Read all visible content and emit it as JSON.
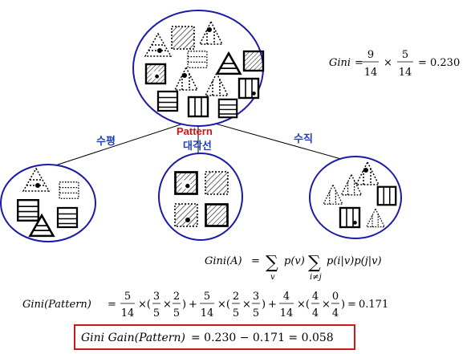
{
  "labels": {
    "left_branch": "수평",
    "center_top": "Pattern",
    "center_bottom": "대각선",
    "right_branch": "수직"
  },
  "formulas": {
    "gini_root": {
      "lhs": "Gini",
      "num1": "9",
      "den1": "14",
      "num2": "5",
      "den2": "14",
      "result": "0.230"
    },
    "gini_def": {
      "lhs": "Gini(A)",
      "sum1_sub": "v",
      "mid": "p(v)",
      "sum2_sub": "i≠j",
      "tail": "p(i|v)p(j|v)"
    },
    "gini_pattern": {
      "lhs": "Gini(Pattern)",
      "t1_n": "5",
      "t1_d": "14",
      "t1_a_n": "3",
      "t1_a_d": "5",
      "t1_b_n": "2",
      "t1_b_d": "5",
      "t2_n": "5",
      "t2_d": "14",
      "t2_a_n": "2",
      "t2_a_d": "5",
      "t2_b_n": "3",
      "t2_b_d": "5",
      "t3_n": "4",
      "t3_d": "14",
      "t3_a_n": "4",
      "t3_a_d": "4",
      "t3_b_n": "0",
      "t3_b_d": "4",
      "result": "0.171"
    },
    "gini_gain": {
      "text_left": "Gini Gain(Pattern)",
      "text_right": "= 0.230 − 0.171 = 0.058"
    }
  },
  "colors": {
    "node_stroke": "#1a1aa8",
    "branch_label": "#1f3fbf",
    "highlight_label": "#e01010",
    "gain_box": "#d01818"
  }
}
